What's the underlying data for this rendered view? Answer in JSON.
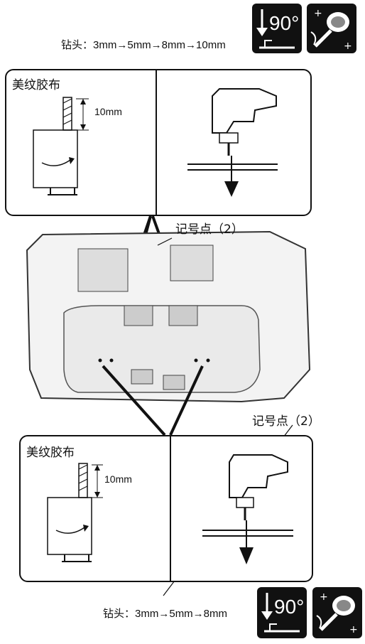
{
  "top": {
    "drill_label": "钻头：",
    "drill_sizes": "3mm→5mm→8mm→10mm",
    "angle_text": "90°",
    "left_panel": {
      "tape_label": "美纹胶布",
      "depth_label": "10mm"
    },
    "mark_label": "记号点（2）"
  },
  "bottom": {
    "drill_label": "钻头：",
    "drill_sizes": "3mm→5mm→8mm",
    "angle_text": "90°",
    "left_panel": {
      "tape_label": "美纹胶布",
      "depth_label": "10mm"
    },
    "mark_label": "记号点（2）"
  },
  "icons": [
    "drill-90-degree-icon",
    "deburr-grinding-icon"
  ]
}
